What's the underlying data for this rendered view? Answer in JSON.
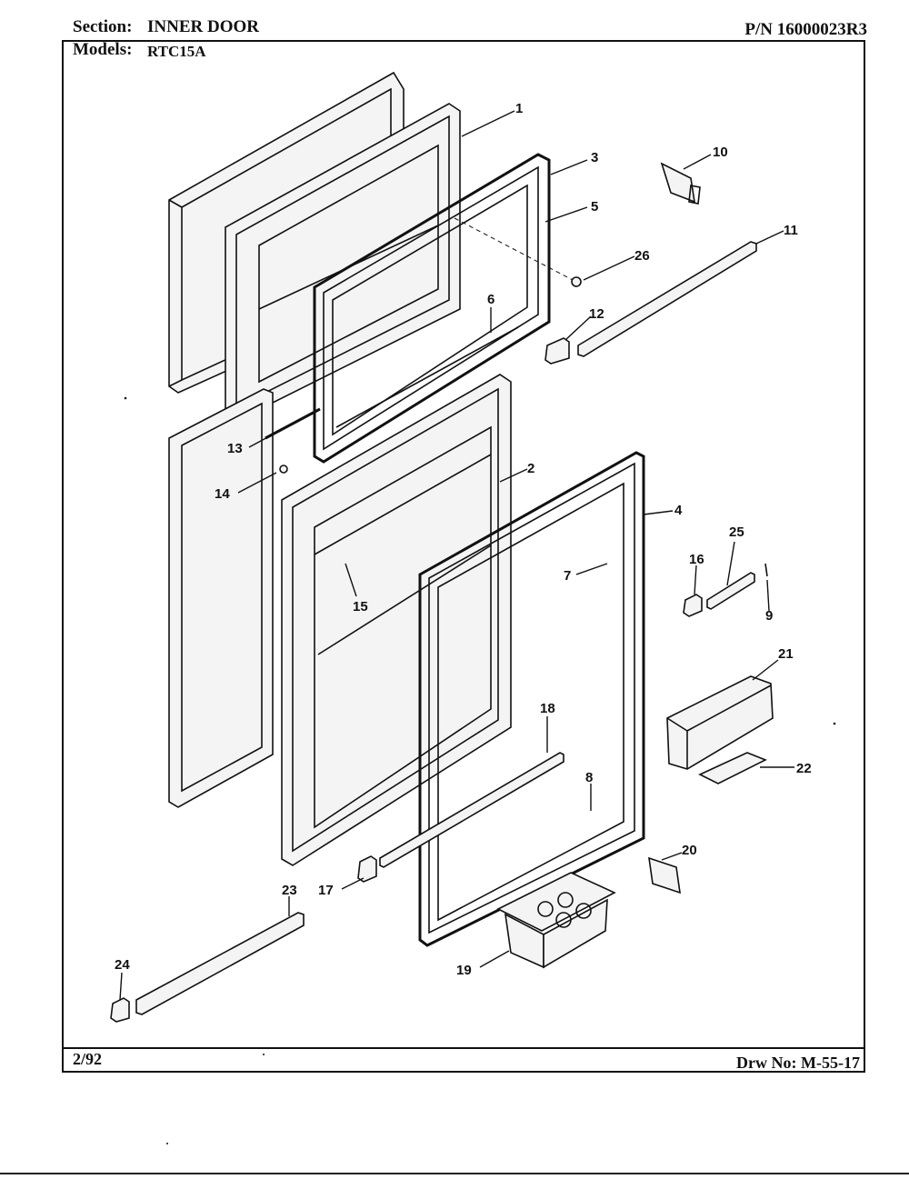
{
  "header": {
    "section_label": "Section:",
    "section_value": "INNER DOOR",
    "models_label": "Models:",
    "models_value": "RTC15A",
    "part_number": "P/N 16000023R3"
  },
  "footer": {
    "date": "2/92",
    "drawing_number": "Drw No: M-55-17"
  },
  "callouts": {
    "c1": "1",
    "c2": "2",
    "c3": "3",
    "c4": "4",
    "c5": "5",
    "c6": "6",
    "c7": "7",
    "c8": "8",
    "c9": "9",
    "c10": "10",
    "c11": "11",
    "c12": "12",
    "c13": "13",
    "c14": "14",
    "c15": "15",
    "c16": "16",
    "c17": "17",
    "c18": "18",
    "c19": "19",
    "c20": "20",
    "c21": "21",
    "c22": "22",
    "c23": "23",
    "c24": "24",
    "c25": "25",
    "c26": "26"
  }
}
